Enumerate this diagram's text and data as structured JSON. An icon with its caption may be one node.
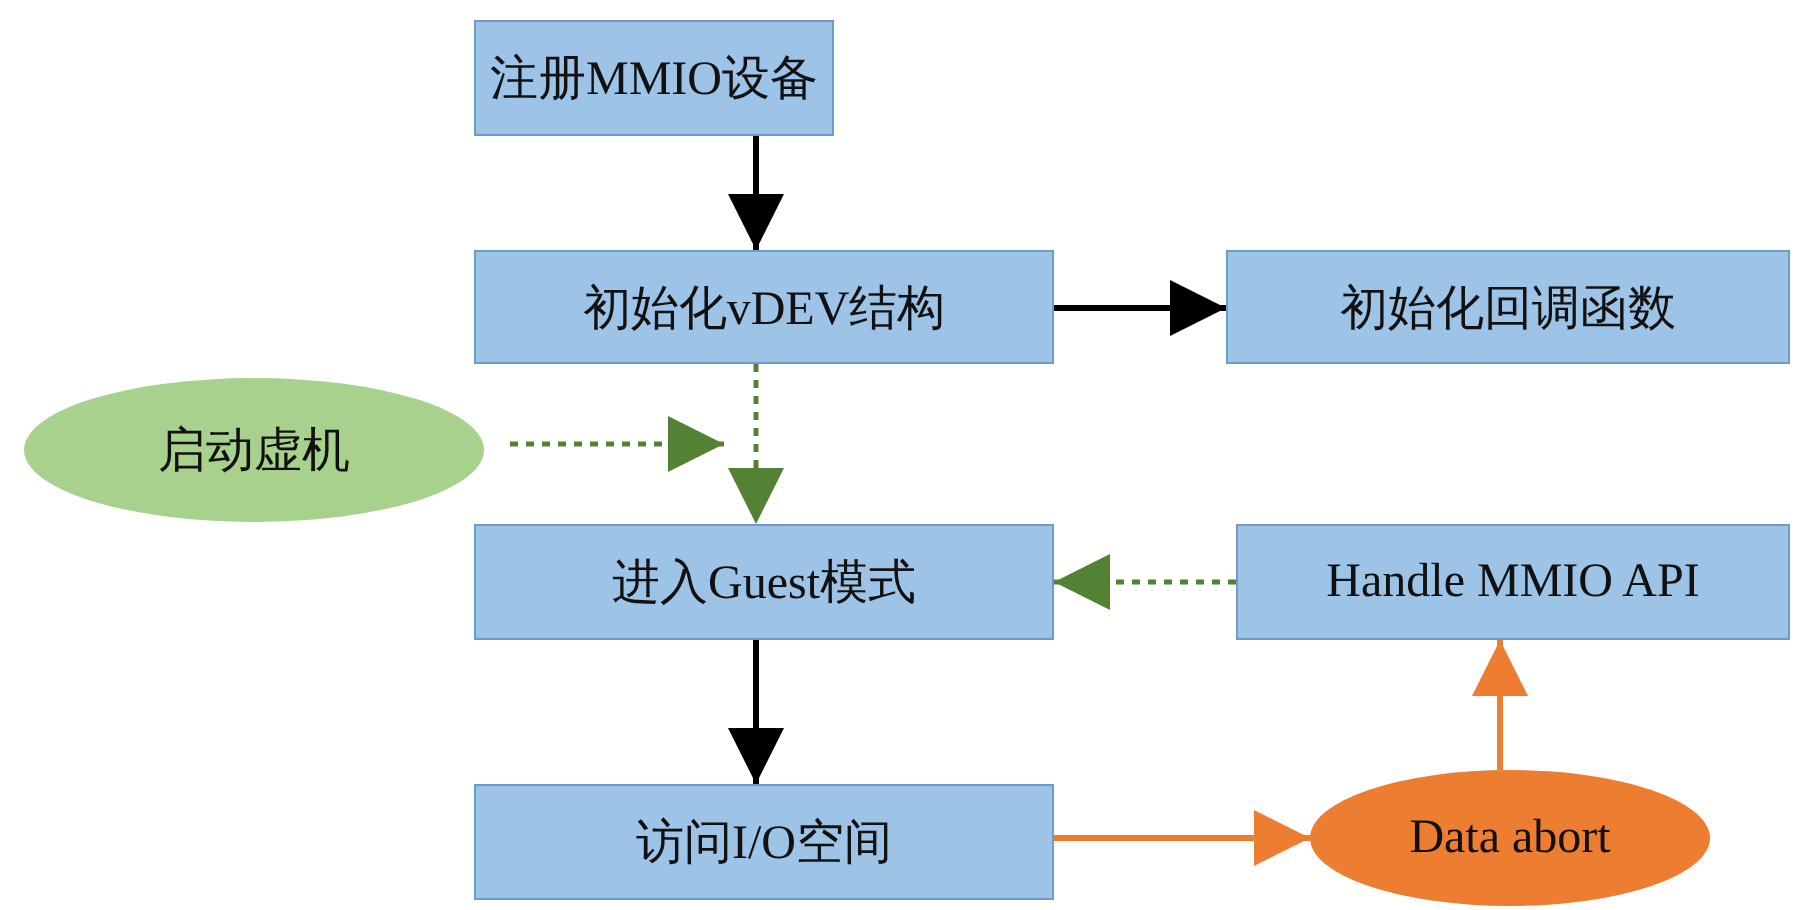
{
  "diagram": {
    "nodes": [
      {
        "text": [
          "注册MMIO设备"
        ]
      },
      {
        "text": [
          "初始化vDEV结构"
        ]
      },
      {
        "text": [
          "初始化回调函数"
        ]
      },
      {
        "text": [
          "启动虚机"
        ]
      },
      {
        "text": [
          "进入Guest模式"
        ]
      },
      {
        "text": [
          "Handle MMIO API"
        ]
      },
      {
        "text": [
          "访问I/O空间"
        ]
      },
      {
        "text": [
          "Data abort"
        ]
      }
    ],
    "edges": [
      {
        "from": 0,
        "to": 1,
        "arrow": "to"
      },
      {
        "from": 1,
        "to": 2,
        "arrow": "to"
      },
      {
        "from": 1,
        "to": 4,
        "arrow": "to",
        "style": "dashed",
        "color": "#548235"
      },
      {
        "from": 3,
        "to": 4,
        "arrow": "to",
        "style": "dashed",
        "color": "#548235"
      },
      {
        "from": 5,
        "to": 4,
        "arrow": "to",
        "style": "dashed",
        "color": "#548235"
      },
      {
        "from": 4,
        "to": 6,
        "arrow": "to"
      },
      {
        "from": 6,
        "to": 7,
        "arrow": "to",
        "color": "#ed7d31"
      },
      {
        "from": 7,
        "to": 5,
        "arrow": "to",
        "color": "#ed7d31"
      }
    ]
  }
}
